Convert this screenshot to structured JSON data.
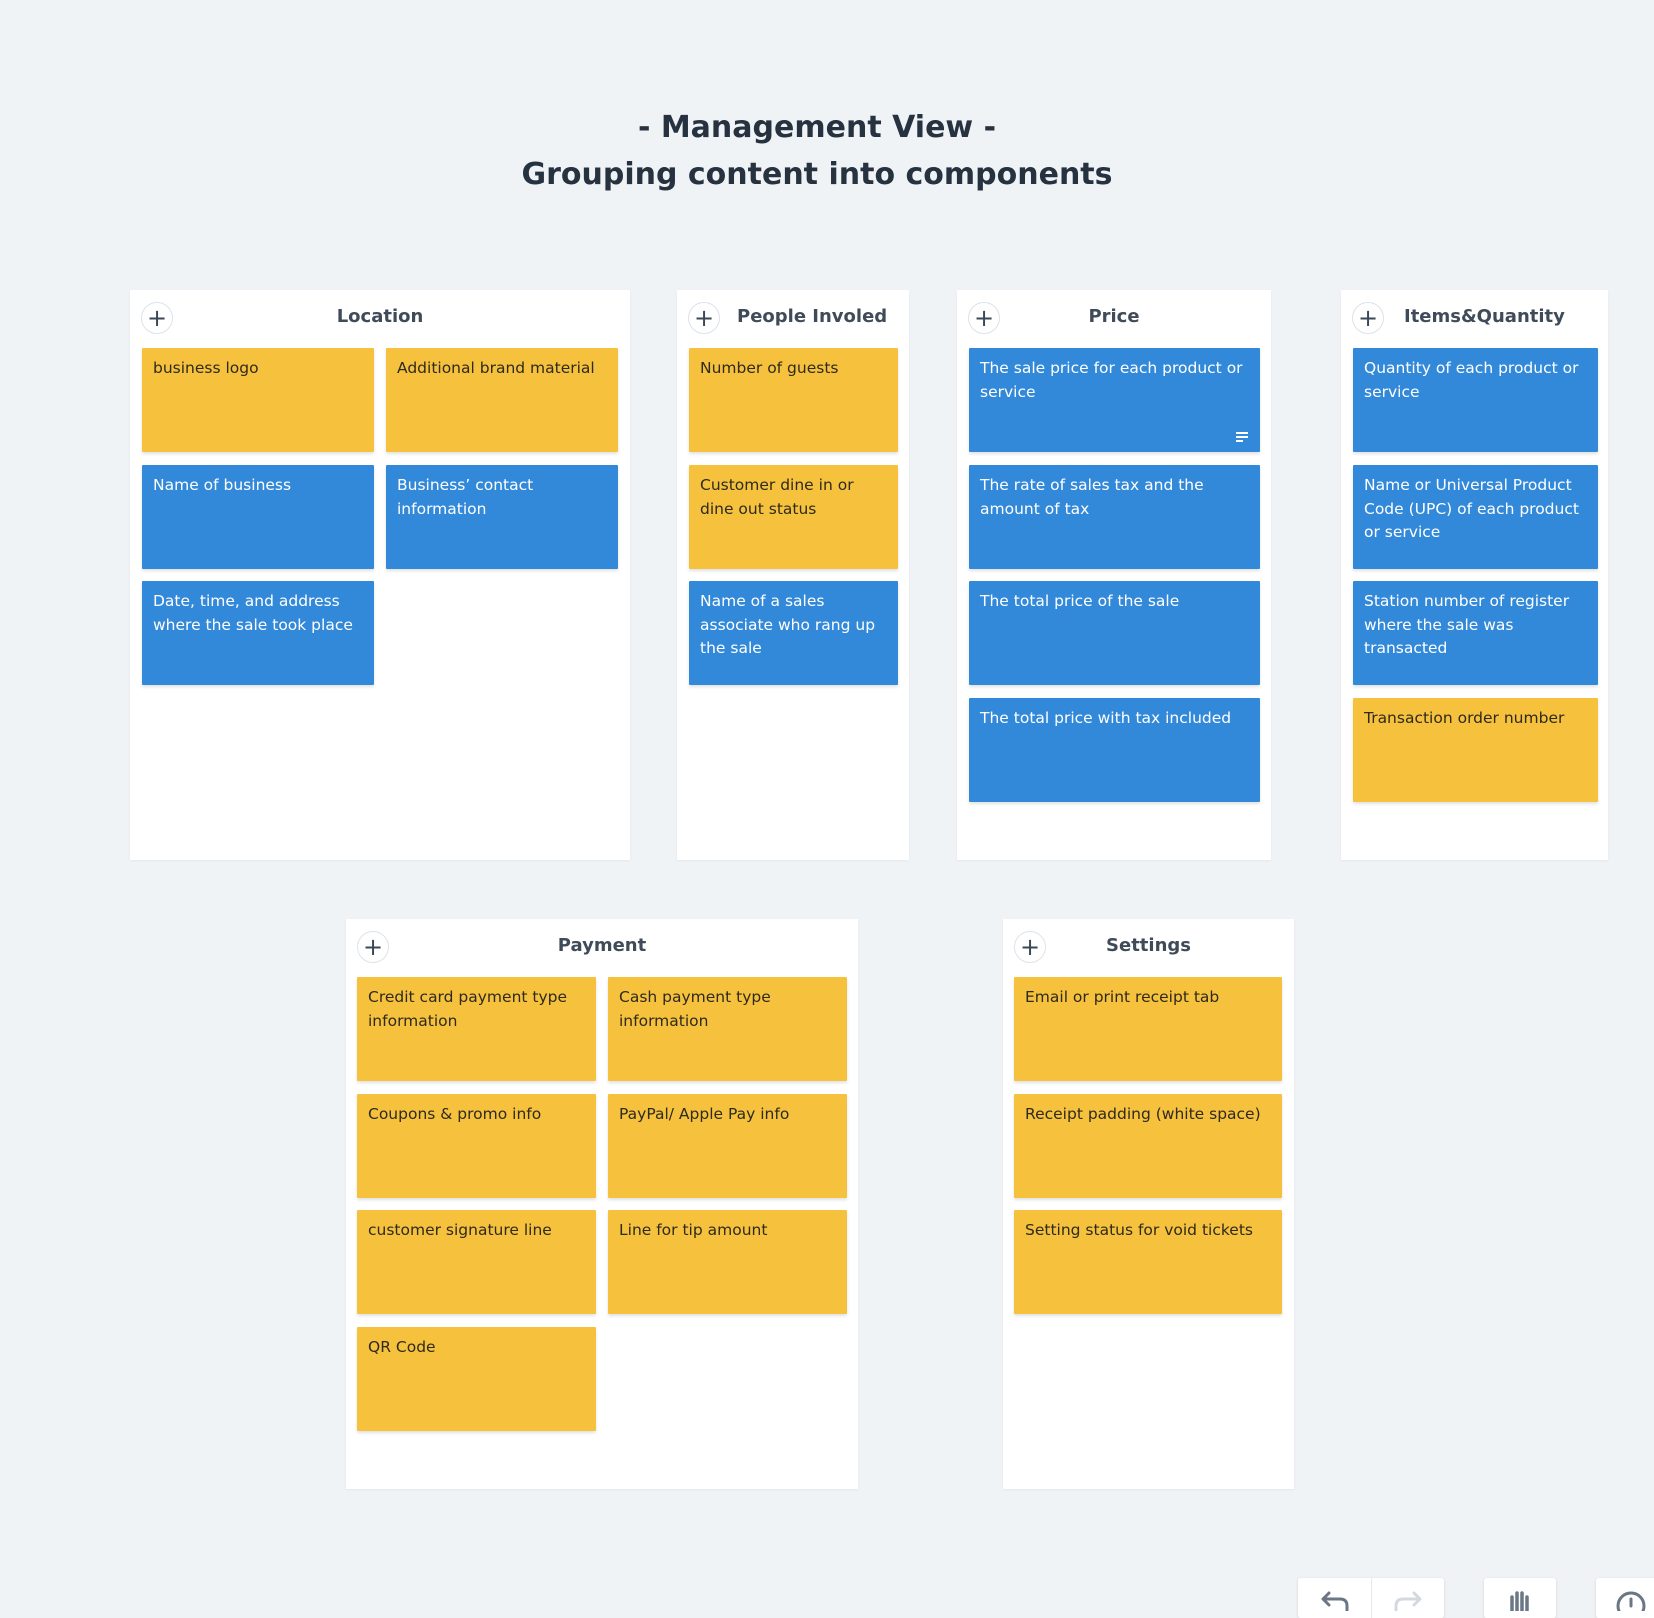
{
  "header": {
    "line1": "- Management View -",
    "line2": "Grouping content into components"
  },
  "groups": {
    "location": {
      "title": "Location",
      "cards": [
        {
          "text": "business logo",
          "color": "yellow"
        },
        {
          "text": "Additional brand material",
          "color": "yellow"
        },
        {
          "text": "Name of business",
          "color": "blue"
        },
        {
          "text": "Business’ contact information",
          "color": "blue"
        },
        {
          "text": "Date, time, and address where the sale took place",
          "color": "blue"
        }
      ]
    },
    "people": {
      "title": "People Involed",
      "cards": [
        {
          "text": "Number of guests",
          "color": "yellow"
        },
        {
          "text": "Customer dine in or dine out status",
          "color": "yellow"
        },
        {
          "text": "Name of a sales associate who rang up the sale",
          "color": "blue"
        }
      ]
    },
    "price": {
      "title": "Price",
      "cards": [
        {
          "text": "The sale price for each product or service",
          "color": "blue"
        },
        {
          "text": "The rate of sales tax and the amount of tax",
          "color": "blue"
        },
        {
          "text": "The total price of the sale",
          "color": "blue"
        },
        {
          "text": "The total price with tax included",
          "color": "blue"
        }
      ]
    },
    "items": {
      "title": "Items&Quantity",
      "cards": [
        {
          "text": "Quantity of each product or service",
          "color": "blue"
        },
        {
          "text": "Name or Universal Product Code (UPC) of each product or service",
          "color": "blue"
        },
        {
          "text": "Station number of register where the sale was transacted",
          "color": "blue"
        },
        {
          "text": "Transaction order number",
          "color": "yellow"
        }
      ]
    },
    "payment": {
      "title": "Payment",
      "cards": [
        {
          "text": "Credit card payment type information",
          "color": "yellow"
        },
        {
          "text": "Cash payment type information",
          "color": "yellow"
        },
        {
          "text": "Coupons & promo info",
          "color": "yellow"
        },
        {
          "text": "PayPal/ Apple Pay info",
          "color": "yellow"
        },
        {
          "text": "customer signature line",
          "color": "yellow"
        },
        {
          "text": "Line for tip amount",
          "color": "yellow"
        },
        {
          "text": "QR Code",
          "color": "yellow"
        }
      ]
    },
    "settings": {
      "title": "Settings",
      "cards": [
        {
          "text": "Email or print receipt tab",
          "color": "yellow"
        },
        {
          "text": "Receipt padding (white space)",
          "color": "yellow"
        },
        {
          "text": "Setting status for void tickets",
          "color": "yellow"
        }
      ]
    }
  },
  "colors": {
    "yellow": "#f6c13c",
    "blue": "#3289d9",
    "background": "#eff3f6"
  },
  "icons": {
    "add": "plus-icon",
    "note": "notes-icon",
    "undo": "undo-icon",
    "redo": "redo-icon",
    "hand": "hand-icon",
    "help": "help-icon"
  }
}
